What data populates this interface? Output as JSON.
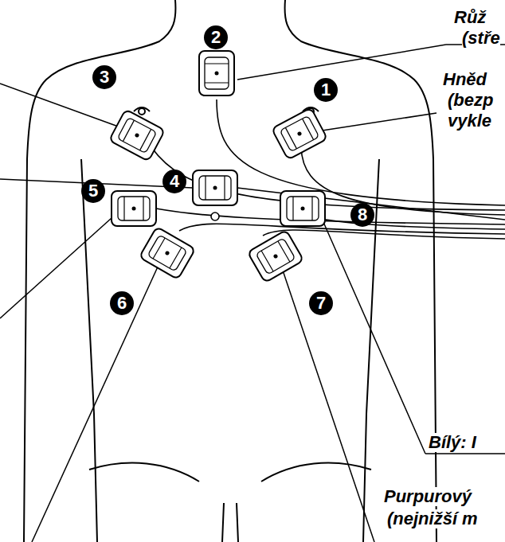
{
  "diagram": {
    "labels": [
      "Růž",
      "(stře",
      "Hněd",
      "(bezp",
      "vykle",
      "2",
      "3",
      "1",
      "4",
      "5",
      "8",
      "Bílý: I",
      "6",
      "7",
      "Purpurový",
      "(nejnižší m"
    ]
  }
}
